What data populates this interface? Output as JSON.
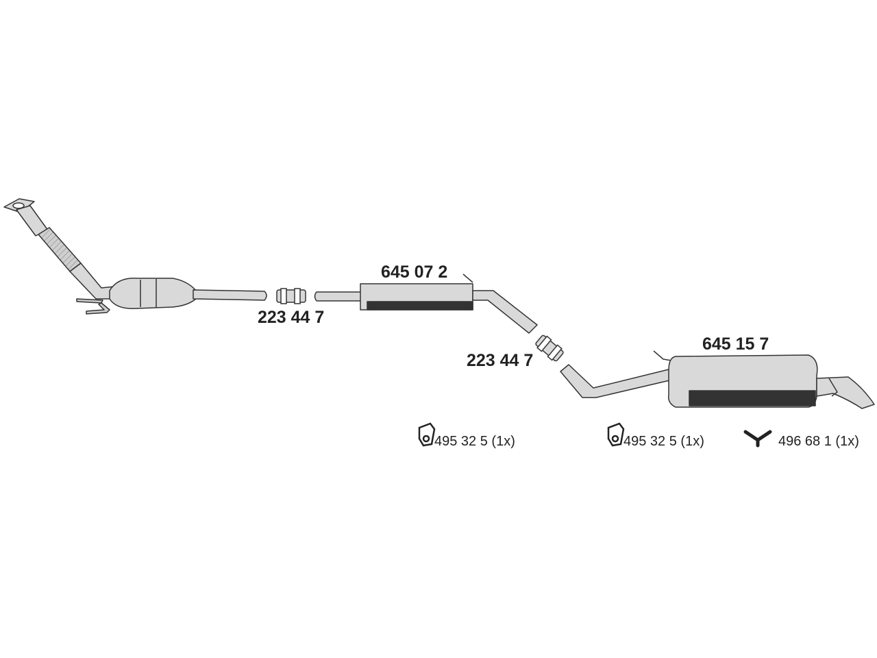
{
  "parts": {
    "clamp_1": "223 44 7",
    "middle_silencer": "645 07 2",
    "clamp_2": "223 44 7",
    "rear_silencer": "645 15 7"
  },
  "accessories": {
    "hanger_1": {
      "code": "495 32 5",
      "qty": "(1x)",
      "icon": "hanger-icon"
    },
    "hanger_2": {
      "code": "495 32 5",
      "qty": "(1x)",
      "icon": "hanger-icon"
    },
    "y_mount": {
      "code": "496 68 1",
      "qty": "(1x)",
      "icon": "y-mount-icon"
    }
  },
  "colors": {
    "part_fill": "#d9d9d9",
    "outline": "#333333",
    "text": "#222222"
  }
}
